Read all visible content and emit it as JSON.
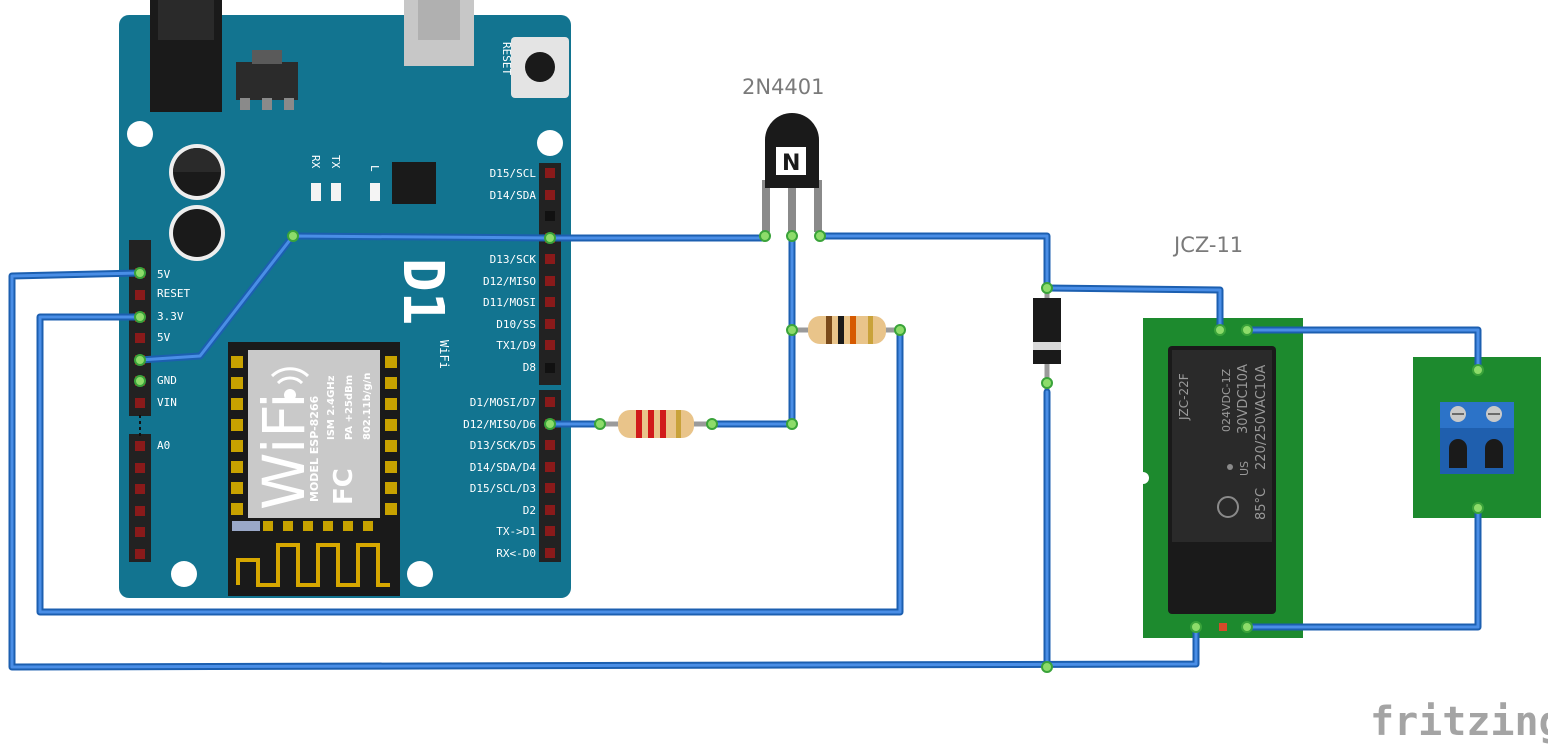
{
  "board": {
    "reset_label": "RESET",
    "led_labels": [
      "RX",
      "TX",
      "L"
    ],
    "logo_text": "D1",
    "logo_sub": "WiFi",
    "left_pins": [
      "5V",
      "RESET",
      "3.3V",
      "5V",
      "GND",
      "VIN",
      "A0"
    ],
    "right_pins_top": [
      "D15/SCL",
      "D14/SDA",
      "",
      "D13/SCK",
      "D12/MISO",
      "D11/MOSI",
      "D10/SS",
      "TX1/D9",
      "D8"
    ],
    "right_pins_bottom": [
      "D1/MOSI/D7",
      "D12/MISO/D6",
      "D13/SCK/D5",
      "D14/SDA/D4",
      "D15/SCL/D3",
      "D2",
      "TX->D1",
      "RX<-D0"
    ]
  },
  "module": {
    "wifi_text": "WiFi",
    "model_text": "MODEL ESP-8266",
    "ism_text": "ISM 2.4GHz",
    "pa_text": "PA +25dBm",
    "std_text": "802.11b/g/n",
    "fc_text": "FC"
  },
  "transistor": {
    "name": "2N4401",
    "mark": "N"
  },
  "relay": {
    "name": "JCZ-11",
    "body_lines": [
      "JZC-22F",
      "024VDC-1Z",
      "30VDC10A",
      "220/250VAC10A"
    ],
    "cert": "85°C",
    "us": "US"
  },
  "watermark": "fritzing",
  "colors": {
    "board": "#127490",
    "wire": "#1c5fb0",
    "pcb_green": "#1d8a2e",
    "terminal_blue": "#1f5fae"
  }
}
